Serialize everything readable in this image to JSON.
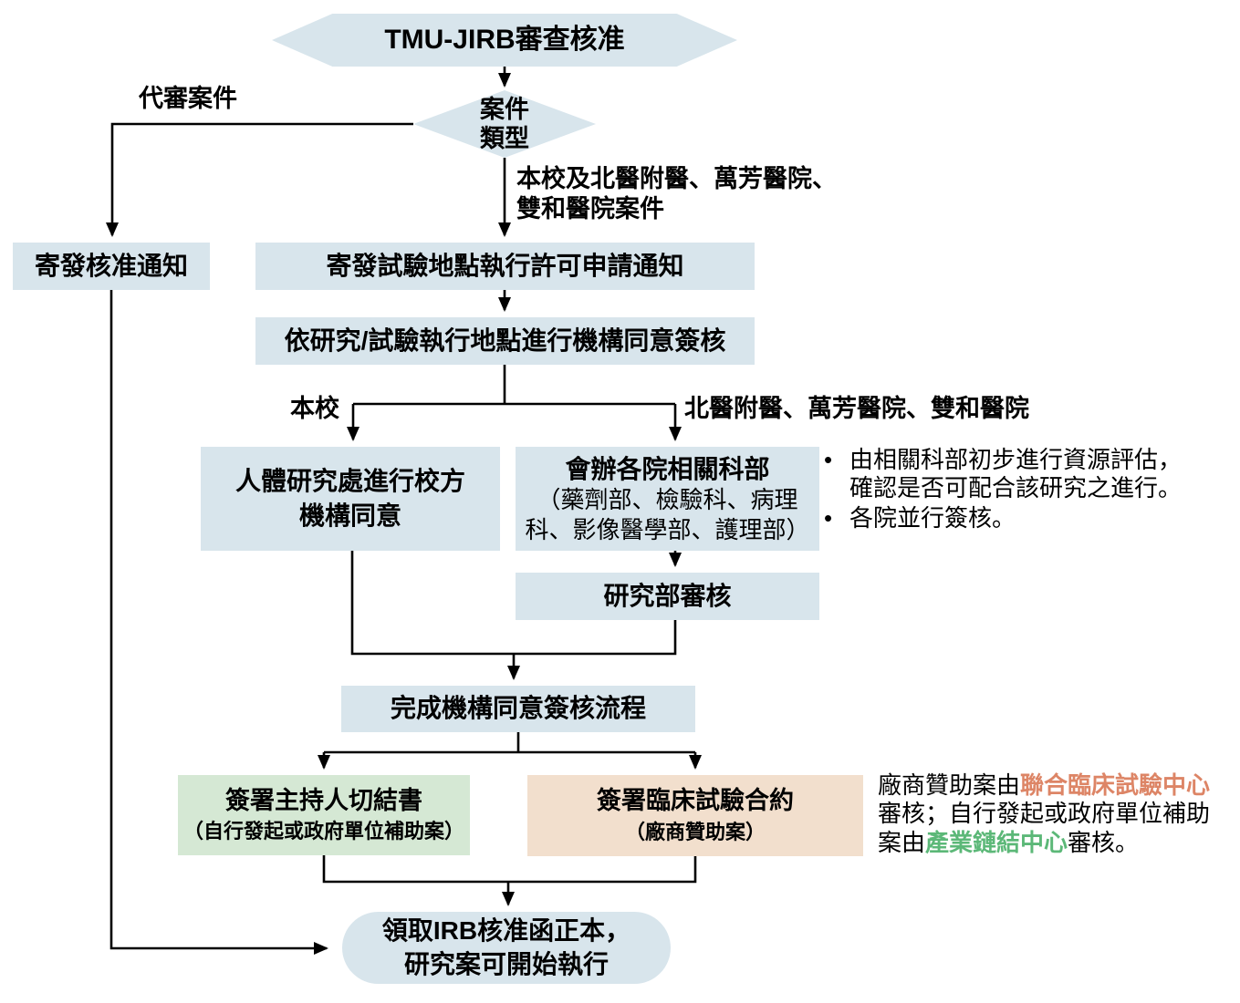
{
  "palette": {
    "box_blue": "#d8e5ec",
    "box_green": "#d5e8d4",
    "box_tan": "#f2dfcd",
    "accent_orange": "#dd8566",
    "accent_green": "#5cb878",
    "line": "#000000"
  },
  "nodes": {
    "start": {
      "label": "TMU-JIRB審查核准"
    },
    "decision": {
      "lines": [
        "案件",
        "類型"
      ]
    },
    "notify_approval": {
      "label": "寄發核准通知"
    },
    "notify_site_permit": {
      "label": "寄發試驗地點執行許可申請通知"
    },
    "by_location": {
      "label": "依研究/試驗執行地點進行機構同意簽核"
    },
    "hrpo": {
      "lines": [
        "人體研究處進行校方",
        "機構同意"
      ]
    },
    "hospital_depts": {
      "title": "會辦各院相關科部",
      "sub_lines": [
        "（藥劑部、檢驗科、病理",
        "科、影像醫學部、護理部）"
      ]
    },
    "research_review": {
      "label": "研究部審核"
    },
    "complete_signoff": {
      "label": "完成機構同意簽核流程"
    },
    "pi_affidavit": {
      "lines": [
        "簽署主持人切結書",
        "（自行發起或政府單位補助案）"
      ]
    },
    "trial_contract": {
      "lines": [
        "簽署臨床試驗合約",
        "（廠商贊助案）"
      ]
    },
    "end": {
      "lines": [
        "領取IRB核准函正本，",
        "研究案可開始執行"
      ]
    }
  },
  "edge_labels": {
    "proxy_case": "代審案件",
    "main_case_lines": [
      "本校及北醫附醫、萬芳醫院、",
      "雙和醫院案件"
    ],
    "campus": "本校",
    "hospitals": "北醫附醫、萬芳醫院、雙和醫院"
  },
  "notes": {
    "dept_bullets": [
      {
        "marker": "•",
        "lines": [
          "由相關科部初步進行資源評估，",
          "確認是否可配合該研究之進行。"
        ]
      },
      {
        "marker": "•",
        "lines": [
          "各院並行簽核。"
        ]
      }
    ],
    "sponsor_note_lines": [
      [
        {
          "t": "廠商贊助案由"
        },
        {
          "t": "聯合臨床試驗中心",
          "c": "orange"
        }
      ],
      [
        {
          "t": "審核；自行發起或政府單位補助"
        }
      ],
      [
        {
          "t": "案由"
        },
        {
          "t": "產業鏈結中心",
          "c": "green"
        },
        {
          "t": "審核。"
        }
      ]
    ]
  }
}
